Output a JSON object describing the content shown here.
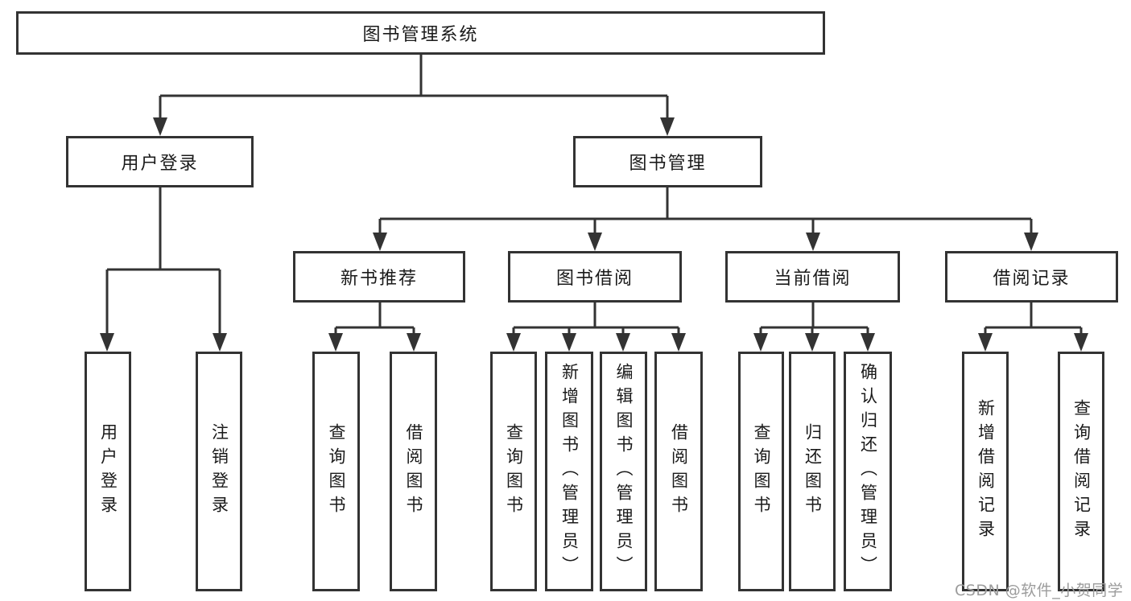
{
  "tree": {
    "label": "图书管理系统",
    "children": [
      {
        "label": "用户登录",
        "children": [
          {
            "label": "用户登录"
          },
          {
            "label": "注销登录"
          }
        ]
      },
      {
        "label": "图书管理",
        "children": [
          {
            "label": "新书推荐",
            "children": [
              {
                "label": "查询图书"
              },
              {
                "label": "借阅图书"
              }
            ]
          },
          {
            "label": "图书借阅",
            "children": [
              {
                "label": "查询图书"
              },
              {
                "label": "新增图书（管理员）"
              },
              {
                "label": "编辑图书（管理员）"
              },
              {
                "label": "借阅图书"
              }
            ]
          },
          {
            "label": "当前借阅",
            "children": [
              {
                "label": "查询图书"
              },
              {
                "label": "归还图书"
              },
              {
                "label": "确认归还（管理员）"
              }
            ]
          },
          {
            "label": "借阅记录",
            "children": [
              {
                "label": "新增借阅记录"
              },
              {
                "label": "查询借阅记录"
              }
            ]
          }
        ]
      }
    ]
  },
  "watermark": {
    "text": "CSDN @软件_小贺同学",
    "color": "#9c9c9c"
  },
  "colors": {
    "line": "#333333",
    "box_border": "#333333",
    "text": "#1a1a1a",
    "background": "#ffffff"
  }
}
